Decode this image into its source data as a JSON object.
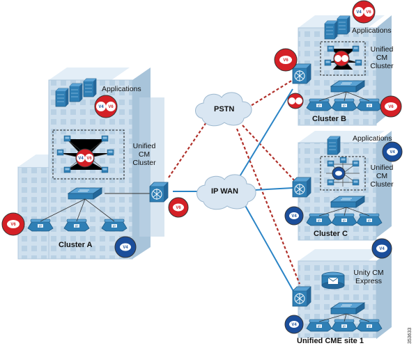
{
  "labels": {
    "cluster_a": "Cluster A",
    "cluster_b": "Cluster B",
    "cluster_c": "Cluster C",
    "cme_site": "Unified CME site 1",
    "applications": "Applications",
    "unified_cm_cluster": "Unified\nCM\nCluster",
    "unity_cm_express": "Unity CM\nExpress",
    "pstn": "PSTN",
    "ip_wan": "IP WAN",
    "figure_id": "353633"
  },
  "badges": {
    "v6": "V6",
    "v4": "V4"
  },
  "colors": {
    "building_face": "#cfe0ee",
    "building_side": "#a8c4da",
    "building_top": "#e3eef7",
    "cloud": "#d9e6f2",
    "wan_line": "#2a84c6",
    "pstn_line": "#b0302a",
    "badge_v6": "#d42026",
    "badge_v4": "#1b4e9b",
    "device": "#2f7fb5"
  },
  "icons": [
    "server-icon",
    "phone-icon",
    "switch-icon",
    "router-icon",
    "voicemail-icon"
  ]
}
